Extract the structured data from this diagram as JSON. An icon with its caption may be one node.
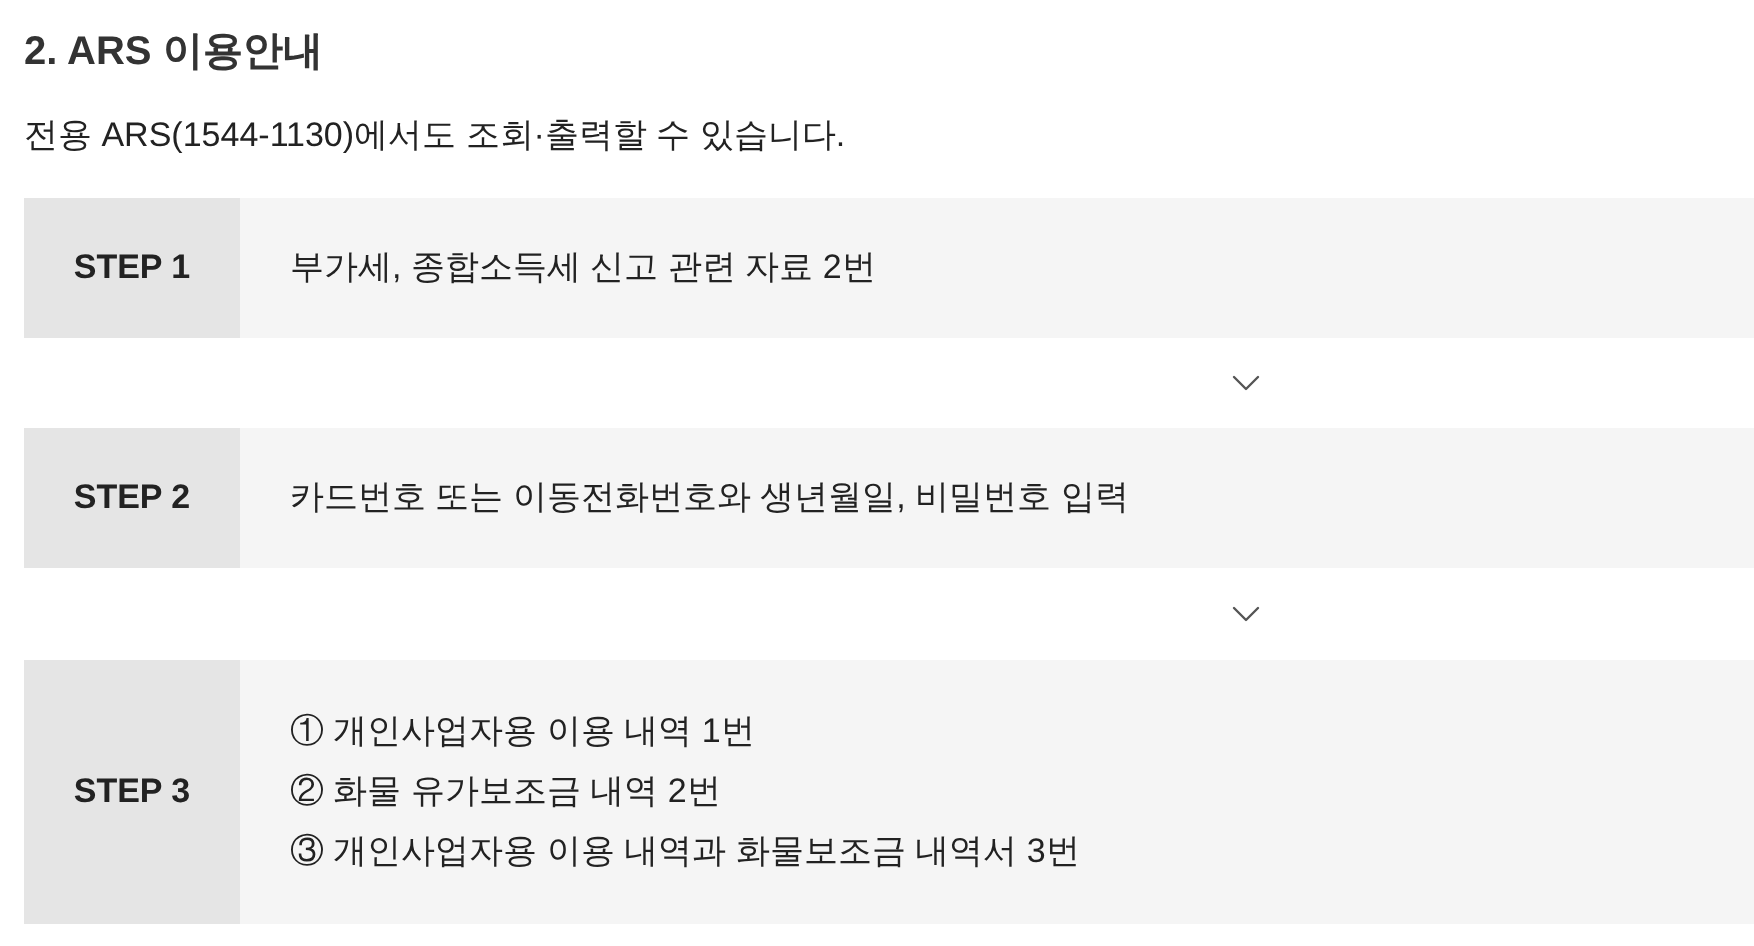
{
  "diagram": {
    "title": "2. ARS 이용안내",
    "nodes": [
      {
        "text": [
          "STEP 1",
          "부가세, 종합소득세 신고 관련 자료 2번"
        ]
      },
      {
        "text": [
          "STEP 2",
          "카드번호 또는 이동전화번호와 생년월일, 비밀번호 입력"
        ]
      },
      {
        "text": [
          "STEP 3",
          "① 개인사업자용 이용 내역 1번",
          "② 화물 유가보조금 내역 2번",
          "③ 개인사업자용 이용 내역과 화물보조금 내역서 3번"
        ]
      }
    ],
    "edges": [
      {
        "from": 0,
        "to": 1,
        "arrow": "to"
      },
      {
        "from": 1,
        "to": 2,
        "arrow": "to"
      }
    ],
    "labels": [
      "전용 ARS(1544-1130)에서도 조회·출력할 수 있습니다."
    ]
  }
}
